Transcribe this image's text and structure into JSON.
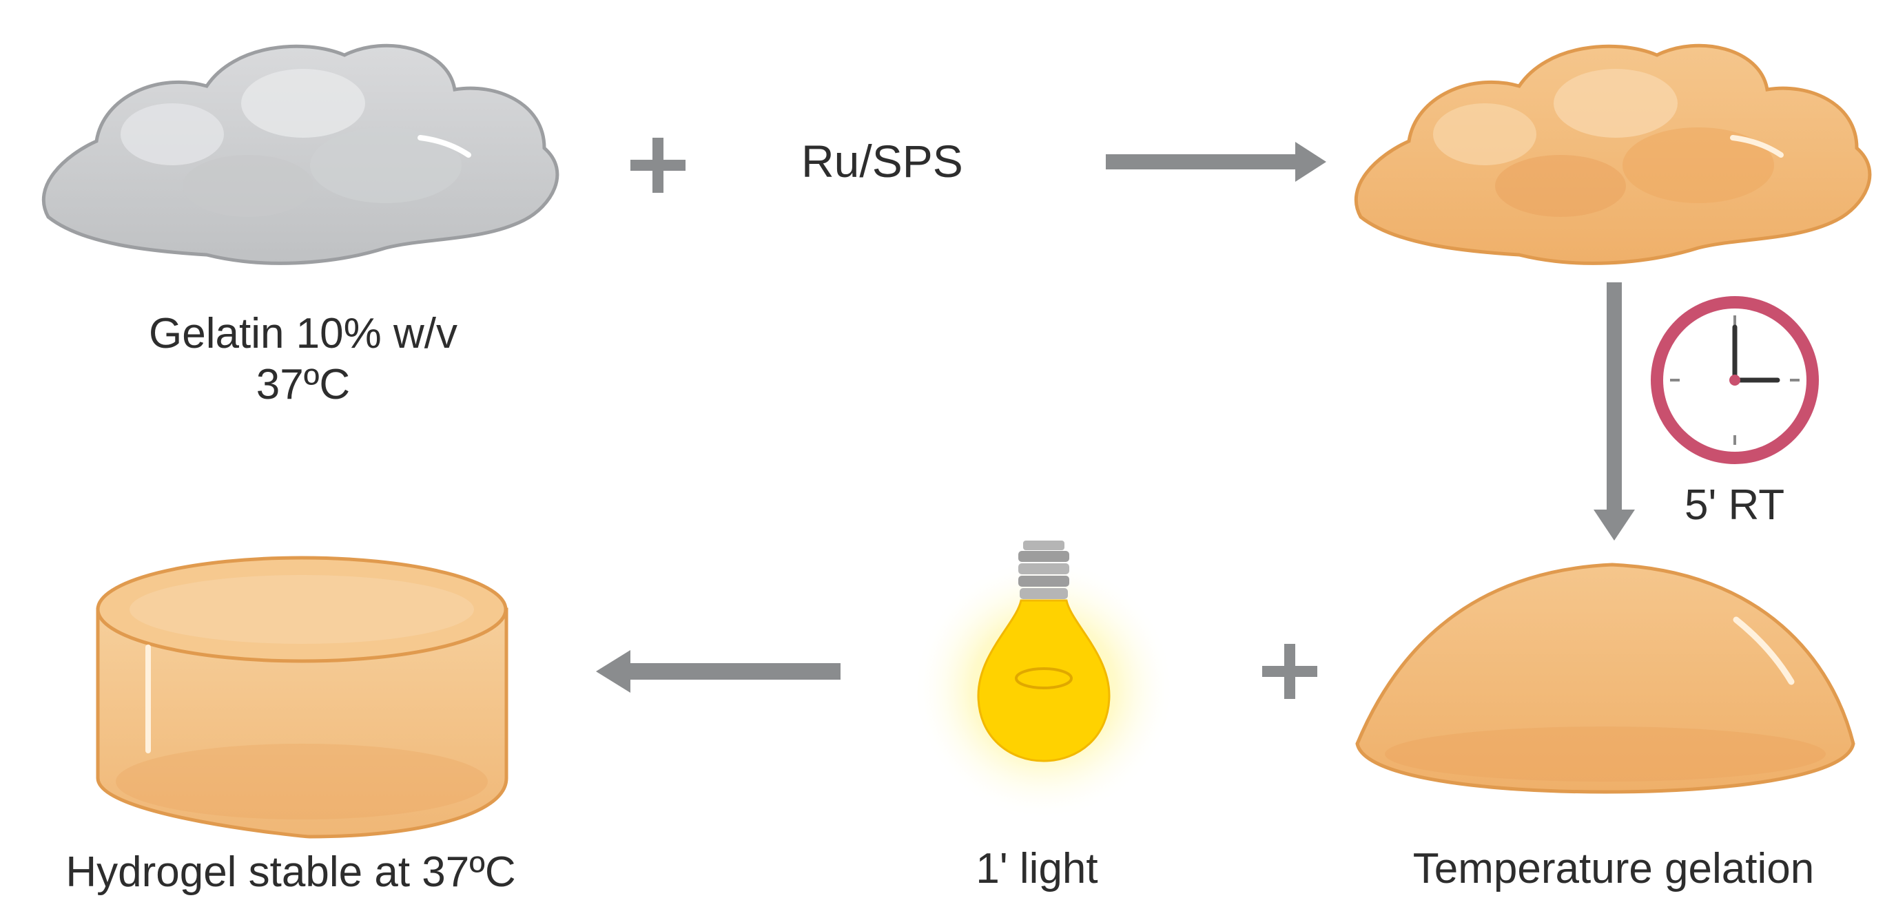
{
  "labels": {
    "gelatin_line1": "Gelatin 10% w/v",
    "gelatin_line2": "37ºC",
    "reagent": "Ru/SPS",
    "time": "5' RT",
    "light": "1' light",
    "temperature_gelation": "Temperature gelation",
    "hydrogel": "Hydrogel stable at 37ºC"
  },
  "colors": {
    "gelatin_gray": "#c9cbcd",
    "gel_orange": "#f1b878",
    "gel_outline": "#e09a4e",
    "arrow_gray": "#8a8c8e",
    "clock_ring": "#c9506e",
    "bulb_yellow": "#ffd200"
  }
}
